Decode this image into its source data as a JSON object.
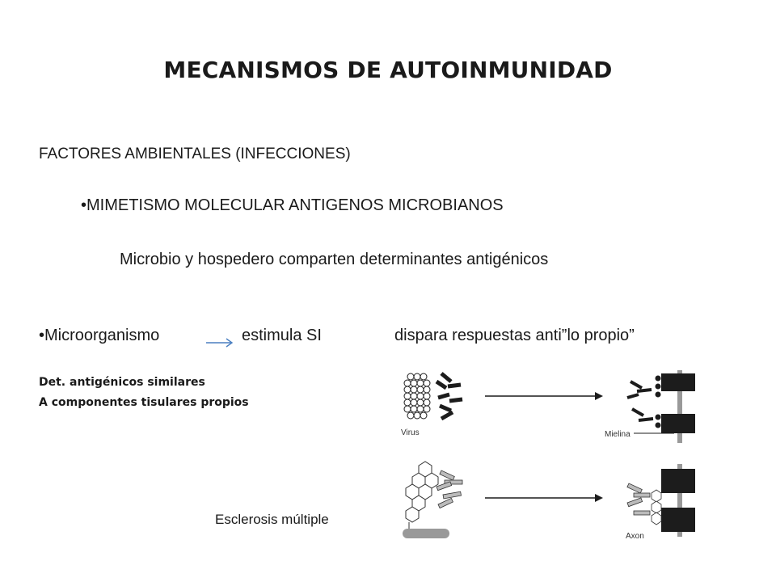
{
  "slide": {
    "title": "MECANISMOS  DE AUTOINMUNIDAD",
    "subtitle": "FACTORES AMBIENTALES  (INFECCIONES)",
    "bullet1": "•MIMETISMO MOLECULAR ANTIGENOS MICROBIANOS",
    "line3": "Microbio y hospedero comparten determinantes antigénicos",
    "line4": {
      "part1": "•Microorganismo",
      "part2": "estimula SI",
      "part3": "dispara respuestas anti”lo propio”"
    },
    "det_line1": "Det. antigénicos similares",
    "det_line2": "A componentes tisulares propios",
    "caption": "Esclerosis múltiple"
  },
  "figure": {
    "label_virus": "Virus",
    "label_mielina": "Mielina",
    "label_axon": "Axon"
  },
  "colors": {
    "text": "#1a1a1a",
    "arrow_accent": "#4a7fc1",
    "figure_dark": "#1c1c1c",
    "figure_gray": "#999999"
  }
}
